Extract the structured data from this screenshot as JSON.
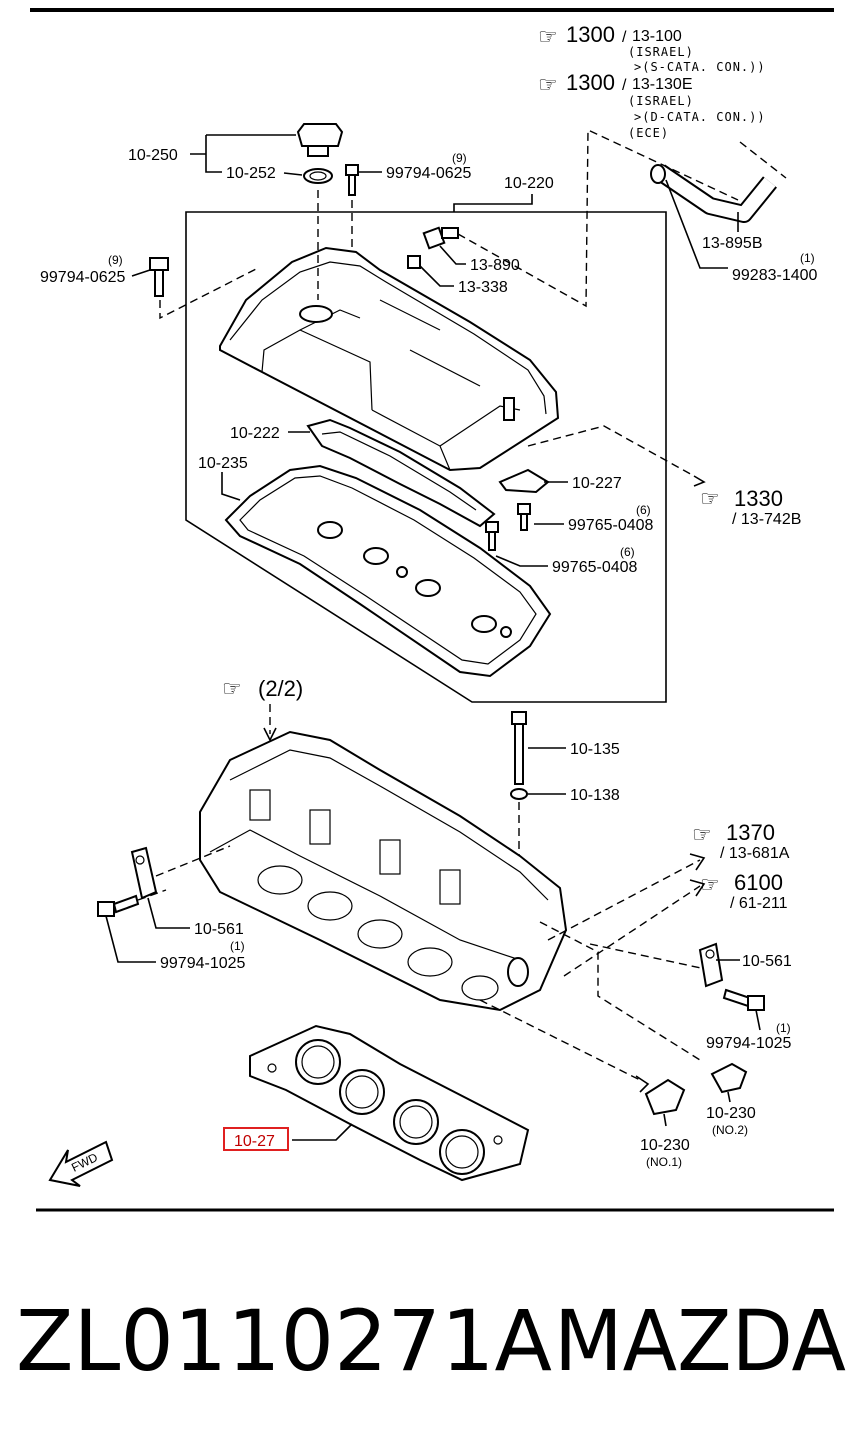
{
  "labels": {
    "ref_1300_a": "1300",
    "ref_1300_a_sub": "13-100",
    "ref_1300_a_n1": "(ISRAEL)",
    "ref_1300_a_n2": ">(S-CATA. CON.))",
    "ref_1300_b": "1300",
    "ref_1300_b_sub": "13-130E",
    "ref_1300_b_n1": "(ISRAEL)",
    "ref_1300_b_n2": ">(D-CATA. CON.))",
    "ref_1300_b_n3": "(ECE)",
    "p10_250": "10-250",
    "p10_252": "10-252",
    "p99794_0625_top": "99794-0625",
    "p99794_0625_top_qty": "(9)",
    "p10_220": "10-220",
    "p99794_0625_left": "99794-0625",
    "p99794_0625_left_qty": "(9)",
    "p13_890": "13-890",
    "p13_338": "13-338",
    "p13_895b": "13-895B",
    "p99283_1400": "99283-1400",
    "p99283_1400_qty": "(1)",
    "p10_222": "10-222",
    "p10_235": "10-235",
    "p10_227": "10-227",
    "p99765_0408_a": "99765-0408",
    "p99765_0408_a_qty": "(6)",
    "p99765_0408_b": "99765-0408",
    "p99765_0408_b_qty": "(6)",
    "ref_1330": "1330",
    "ref_1330_sub": "/ 13-742B",
    "ref_2_2": "(2/2)",
    "p10_135": "10-135",
    "p10_138": "10-138",
    "ref_1370": "1370",
    "ref_1370_sub": "/ 13-681A",
    "ref_6100": "6100",
    "ref_6100_sub": "/ 61-211",
    "p10_561_left": "10-561",
    "p99794_1025_left_qty": "(1)",
    "p99794_1025_left": "99794-1025",
    "p10_561_right": "10-561",
    "p99794_1025_right_qty": "(1)",
    "p99794_1025_right": "99794-1025",
    "p10_230_no2": "10-230",
    "p10_230_no2_note": "(NO.2)",
    "p10_230_no1": "10-230",
    "p10_230_no1_note": "(NO.1)",
    "p10_27": "10-27",
    "fwd": "FWD"
  },
  "footer": {
    "part_number": "ZL0110271A",
    "brand": "MAZDA"
  },
  "colors": {
    "highlight": "#c00000"
  }
}
